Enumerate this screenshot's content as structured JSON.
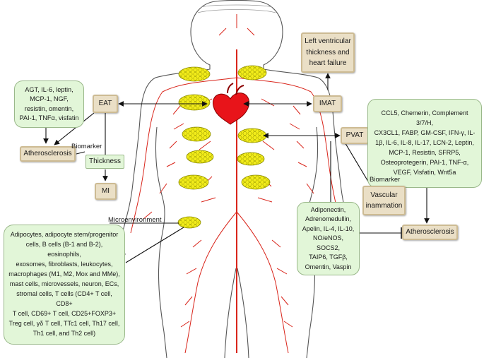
{
  "boxes": {
    "eat_factors": [
      "AGT, IL-6, leptin,",
      "MCP-1, NGF,",
      "resistin, omentin,",
      "PAI-1, TNFα, visfatin"
    ],
    "eat": "EAT",
    "atherosclerosis_left": "Atherosclerosis",
    "thickness": "Thickness",
    "mi": "MI",
    "lv_failure": [
      "Left ventricular",
      "thickness and",
      "heart failure"
    ],
    "imat": "IMAT",
    "pvat": "PVAT",
    "pvat_factors": [
      "CCL5, Chemerin, Complement 3/7/H,",
      "CX3CL1, FABP, GM-CSF, IFN-γ, IL-",
      "1β, IL-6, IL-8, IL-17, LCN-2, Leptin,",
      "MCP-1, Resistin, SFRP5,",
      "Osteoprotegerin, PAI-1, TNF-α,",
      "VEGF, Visfatin, Wnt5a"
    ],
    "vascular": [
      "Vascular",
      "inammation"
    ],
    "protective": [
      "Adiponectin,",
      "Adrenomedullin,",
      "Apelin, IL-4, IL-10,",
      "NO/eNOS, SOCS2,",
      "TAIP6, TGFβ,",
      "Omentin, Vaspin"
    ],
    "atherosclerosis_right": "Atherosclerosis",
    "microenv": [
      "Adipocytes, adipocyte stem/progenitor",
      "cells, B cells (B-1 and B-2), eosinophils,",
      "exosomes, fibroblasts, leukocytes,",
      "macrophages (M1, M2, Mox and MMe),",
      "mast cells, microvessels, neuron, ECs,",
      "stromal cells, T cells (CD4+ T cell, CD8+",
      "T cell, CD69+ T cell, CD25+FOXP3+",
      "Treg cell, γδ T cell, TTc1 cell, Th17 cell,",
      "Th1 cell, and Th2 cell)"
    ]
  },
  "labels": {
    "biomarker_left": "Biomarker",
    "biomarker_right": "Biomarker",
    "microenvironment": "Microenvironment"
  },
  "colors": {
    "fat": "#f2ec1a",
    "vessel": "#d9251b",
    "heart": "#e8141a",
    "box_green": "#e2f6d8",
    "box_tan": "#eadfc6"
  }
}
